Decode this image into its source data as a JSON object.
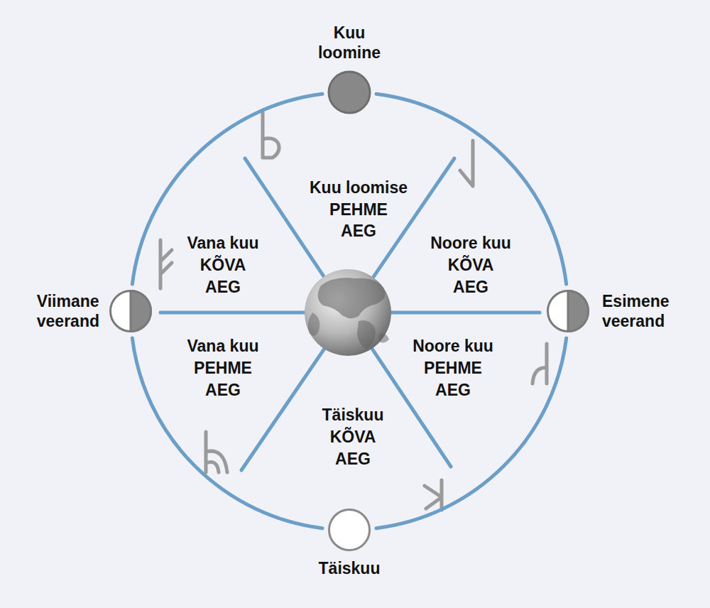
{
  "diagram": {
    "nodes": [
      {
        "text": [
          "Kuu loomine"
        ]
      },
      {
        "text": [
          "Esimene veerand"
        ]
      },
      {
        "text": [
          "Täiskuu"
        ]
      },
      {
        "text": [
          "Viimane veerand"
        ]
      }
    ],
    "edges": [
      {
        "from": 0,
        "to": 1,
        "arrow": "none"
      },
      {
        "from": 1,
        "to": 2,
        "arrow": "none"
      },
      {
        "from": 2,
        "to": 3,
        "arrow": "none"
      },
      {
        "from": 3,
        "to": 0,
        "arrow": "none"
      }
    ],
    "labels": [
      "Kuu loomise",
      "PEHME",
      "AEG",
      "Noore kuu",
      "KÕVA",
      "AEG",
      "Vana kuu",
      "KÕVA",
      "AEG",
      "Vana kuu",
      "PEHME",
      "AEG",
      "Noore kuu",
      "PEHME",
      "AEG",
      "Täiskuu",
      "KÕVA",
      "AEG"
    ]
  }
}
